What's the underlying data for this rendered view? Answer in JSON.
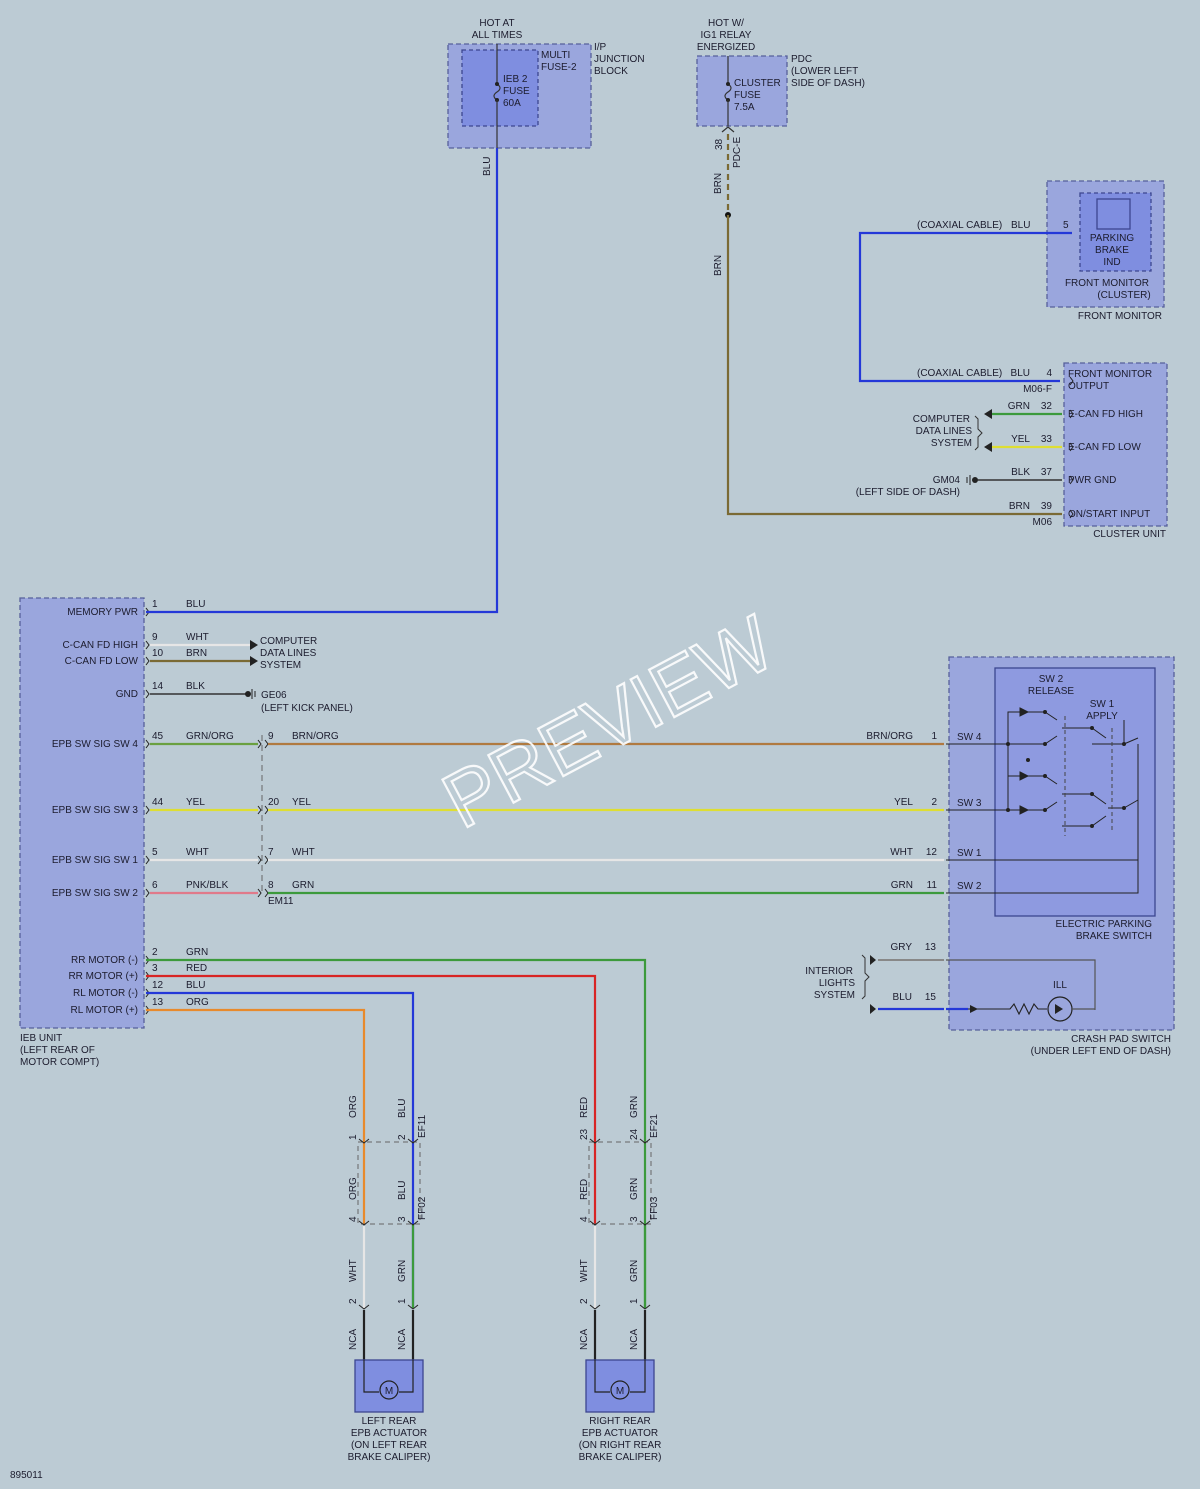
{
  "doc": {
    "id": "895011",
    "watermark": "PREVIEW"
  },
  "colors": {
    "BLU": "#2438d8",
    "BRN": "#7a6a34",
    "GRN": "#3c9a3c",
    "YEL": "#dede32",
    "WHT": "#e6e6e6",
    "BLK": "#222222",
    "RED": "#d82424",
    "ORG": "#e88a2c",
    "GRY": "#888888",
    "PNK": "#e07a8a",
    "BRN_ORG": "#b07a40",
    "GRN_ORG": "#6aa040"
  },
  "fuse_top": {
    "hot": [
      "HOT AT",
      "ALL TIMES"
    ],
    "inner": [
      "MULTI",
      "FUSE-2"
    ],
    "block": [
      "I/P",
      "JUNCTION",
      "BLOCK"
    ],
    "fuse": [
      "IEB 2",
      "FUSE",
      "60A"
    ],
    "wire": "BLU"
  },
  "fuse_pdc": {
    "hot": [
      "HOT W/",
      "IG1 RELAY",
      "ENERGIZED"
    ],
    "fuse": [
      "CLUSTER",
      "FUSE",
      "7.5A"
    ],
    "pdc": [
      "PDC",
      "(LOWER LEFT",
      "SIDE OF DASH)"
    ],
    "pin": "38",
    "conn": "PDC-E",
    "wire1": "BRN",
    "wire2": "BRN"
  },
  "front_monitor": {
    "cable": "(COAXIAL CABLE)",
    "wire": "BLU",
    "pin": "5",
    "ind": [
      "PARKING",
      "BRAKE",
      "IND"
    ],
    "inner_label": [
      "FRONT MONITOR",
      "(CLUSTER)"
    ],
    "label": "FRONT MONITOR"
  },
  "cluster": {
    "label": "CLUSTER UNIT",
    "conn_top": "M06-F",
    "conn_bottom": "M06",
    "rows": [
      {
        "wire": "(COAXIAL CABLE)",
        "color": "BLU",
        "pin": "4",
        "name": [
          "FRONT MONITOR",
          "OUTPUT"
        ]
      },
      {
        "color": "GRN",
        "pin": "32",
        "name": [
          "E-CAN FD HIGH"
        ]
      },
      {
        "color": "YEL",
        "pin": "33",
        "name": [
          "E-CAN FD LOW"
        ]
      },
      {
        "color": "BLK",
        "pin": "37",
        "name": [
          "PWR GND"
        ]
      },
      {
        "color": "BRN",
        "pin": "39",
        "name": [
          "ON/START INPUT"
        ]
      }
    ],
    "cdl": [
      "COMPUTER",
      "DATA LINES",
      "SYSTEM"
    ],
    "ground": [
      "GM04",
      "(LEFT SIDE OF DASH)"
    ]
  },
  "ieb": {
    "label": [
      "IEB UNIT",
      "(LEFT REAR OF",
      "MOTOR COMPT)"
    ],
    "pins": [
      {
        "name": "MEMORY PWR",
        "pin": "1",
        "color": "BLU"
      },
      {
        "name": "C-CAN FD HIGH",
        "pin": "9",
        "color": "WHT"
      },
      {
        "name": "C-CAN FD LOW",
        "pin": "10",
        "color": "BRN"
      },
      {
        "name": "GND",
        "pin": "14",
        "color": "BLK"
      },
      {
        "name": "EPB SW SIG SW 4",
        "pin": "45",
        "color": "GRN/ORG"
      },
      {
        "name": "EPB SW SIG SW 3",
        "pin": "44",
        "color": "YEL"
      },
      {
        "name": "EPB SW SIG SW 1",
        "pin": "5",
        "color": "WHT"
      },
      {
        "name": "EPB SW SIG SW 2",
        "pin": "6",
        "color": "PNK/BLK"
      },
      {
        "name": "RR MOTOR (-)",
        "pin": "2",
        "color": "GRN"
      },
      {
        "name": "RR MOTOR (+)",
        "pin": "3",
        "color": "RED"
      },
      {
        "name": "RL MOTOR (-)",
        "pin": "12",
        "color": "BLU"
      },
      {
        "name": "RL MOTOR (+)",
        "pin": "13",
        "color": "ORG"
      }
    ],
    "cdl": [
      "COMPUTER",
      "DATA LINES",
      "SYSTEM"
    ],
    "ground": [
      "GE06",
      "(LEFT KICK PANEL)"
    ]
  },
  "em11": {
    "conn": "EM11",
    "rows": [
      {
        "pin": "9",
        "color": "BRN/ORG",
        "far_color": "BRN/ORG",
        "far_pin": "1"
      },
      {
        "pin": "20",
        "color": "YEL",
        "far_color": "YEL",
        "far_pin": "2"
      },
      {
        "pin": "7",
        "color": "WHT",
        "far_color": "WHT",
        "far_pin": "12"
      },
      {
        "pin": "8",
        "color": "GRN",
        "far_color": "GRN",
        "far_pin": "11"
      }
    ]
  },
  "crash_pad": {
    "label": [
      "CRASH PAD SWITCH",
      "(UNDER LEFT END OF DASH)"
    ],
    "epb": [
      "ELECTRIC PARKING",
      "BRAKE SWITCH"
    ],
    "sw2": [
      "SW 2",
      "RELEASE"
    ],
    "sw1": [
      "SW 1",
      "APPLY"
    ],
    "terms": [
      "SW 4",
      "SW 3",
      "SW 1",
      "SW 2"
    ],
    "gry": {
      "color": "GRY",
      "pin": "13"
    },
    "blu": {
      "color": "BLU",
      "pin": "15"
    },
    "ill": "ILL",
    "interior": [
      "INTERIOR",
      "LIGHTS",
      "SYSTEM"
    ]
  },
  "left_act": {
    "label": [
      "LEFT REAR",
      "EPB ACTUATOR",
      "(ON LEFT REAR",
      "BRAKE CALIPER)"
    ],
    "conn1": "EF11",
    "conn2": "FF02",
    "nca": "NCA",
    "motor": "M",
    "wires": [
      {
        "top": "ORG",
        "p1": "1",
        "mid": "ORG",
        "p2": "4",
        "bot": "WHT",
        "p3": "2"
      },
      {
        "top": "BLU",
        "p1": "2",
        "mid": "BLU",
        "p2": "3",
        "bot": "GRN",
        "p3": "1"
      }
    ]
  },
  "right_act": {
    "label": [
      "RIGHT REAR",
      "EPB ACTUATOR",
      "(ON RIGHT REAR",
      "BRAKE CALIPER)"
    ],
    "conn1": "EF21",
    "conn2": "FF03",
    "nca": "NCA",
    "motor": "M",
    "wires": [
      {
        "top": "RED",
        "p1": "23",
        "mid": "RED",
        "p2": "4",
        "bot": "WHT",
        "p3": "2"
      },
      {
        "top": "GRN",
        "p1": "24",
        "mid": "GRN",
        "p2": "3",
        "bot": "GRN",
        "p3": "1"
      }
    ]
  }
}
